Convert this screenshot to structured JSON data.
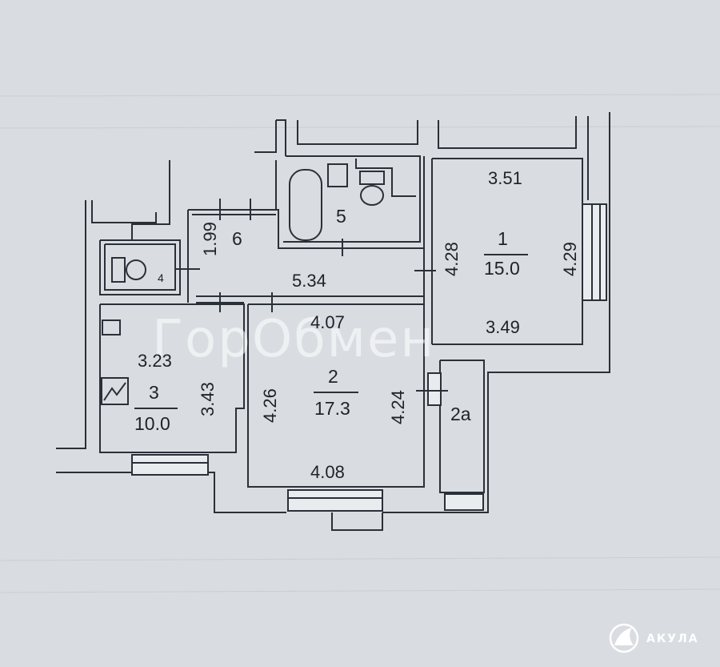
{
  "rooms": [
    {
      "id": "1",
      "area": "15.0",
      "dims": [
        "3.51",
        "4.28",
        "4.29",
        "3.49"
      ]
    },
    {
      "id": "2",
      "area": "17.3",
      "dims": [
        "4.07",
        "4.26",
        "4.24",
        "4.08"
      ]
    },
    {
      "id": "2a"
    },
    {
      "id": "3",
      "area": "10.0",
      "dims": [
        "3.23",
        "3.43"
      ]
    },
    {
      "id": "4"
    },
    {
      "id": "5"
    },
    {
      "id": "6",
      "dims": [
        "1.99",
        "5.34"
      ]
    }
  ],
  "watermark": {
    "text": "ГорОбмен"
  },
  "brand": {
    "name": "АКУЛА"
  },
  "colors": {
    "background": "#d9dde2",
    "line": "#2a3038",
    "text": "#1d2229"
  }
}
